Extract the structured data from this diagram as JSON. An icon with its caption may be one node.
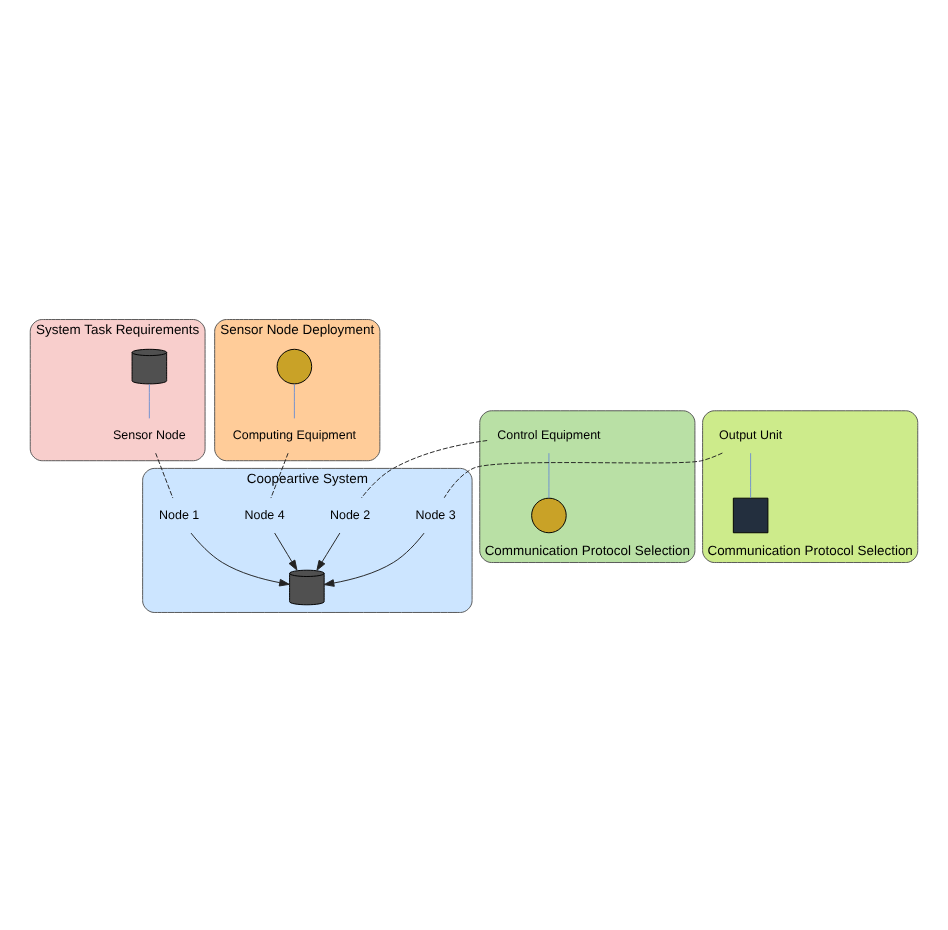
{
  "diagram": {
    "nodes": [
      {
        "text": [
          "System Task Requirements"
        ]
      },
      {
        "text": [],
        "shape": "cylinder",
        "in": 0
      },
      {
        "text": [
          "Sensor Node"
        ],
        "in": 0
      },
      {
        "text": [
          "Sensor Node Deployment"
        ]
      },
      {
        "text": [],
        "shape": "circle",
        "in": 3
      },
      {
        "text": [
          "Computing Equipment"
        ],
        "in": 3
      },
      {
        "text": [
          "Coopeartive System"
        ]
      },
      {
        "text": [
          "Node 1"
        ],
        "in": 6
      },
      {
        "text": [
          "Node 4"
        ],
        "in": 6
      },
      {
        "text": [],
        "shape": "cylinder",
        "in": 6
      },
      {
        "text": [
          "Node 2"
        ],
        "in": 6
      },
      {
        "text": [
          "Node 3"
        ],
        "in": 6
      },
      {
        "text": [
          "Communication Protocol Selection"
        ]
      },
      {
        "text": [
          "Control Equipment"
        ],
        "in": 12
      },
      {
        "text": [],
        "shape": "circle",
        "in": 12
      },
      {
        "text": [
          "Communication Protocol Selection"
        ]
      },
      {
        "text": [
          "Output Unit"
        ],
        "in": 15
      },
      {
        "text": [],
        "shape": "box",
        "in": 15
      }
    ],
    "edges": [
      {
        "from": 1,
        "to": 2,
        "arrow": "none",
        "color": "#6f8fd0"
      },
      {
        "from": 4,
        "to": 5,
        "arrow": "none",
        "color": "#6f8fd0"
      },
      {
        "from": 2,
        "to": 7,
        "arrow": "none",
        "style": "dashed"
      },
      {
        "from": 5,
        "to": 8,
        "arrow": "none",
        "style": "dashed"
      },
      {
        "from": 7,
        "to": 9,
        "arrow": "to"
      },
      {
        "from": 8,
        "to": 9,
        "arrow": "to"
      },
      {
        "from": 10,
        "to": 9,
        "arrow": "to"
      },
      {
        "from": 11,
        "to": 9,
        "arrow": "to"
      },
      {
        "from": 13,
        "to": 10,
        "arrow": "none",
        "style": "dashed"
      },
      {
        "from": 16,
        "to": 11,
        "arrow": "none",
        "style": "dashed"
      },
      {
        "from": 13,
        "to": 14,
        "arrow": "none",
        "color": "#6f8fd0"
      },
      {
        "from": 16,
        "to": 17,
        "arrow": "none",
        "color": "#6f8fd0"
      }
    ]
  }
}
